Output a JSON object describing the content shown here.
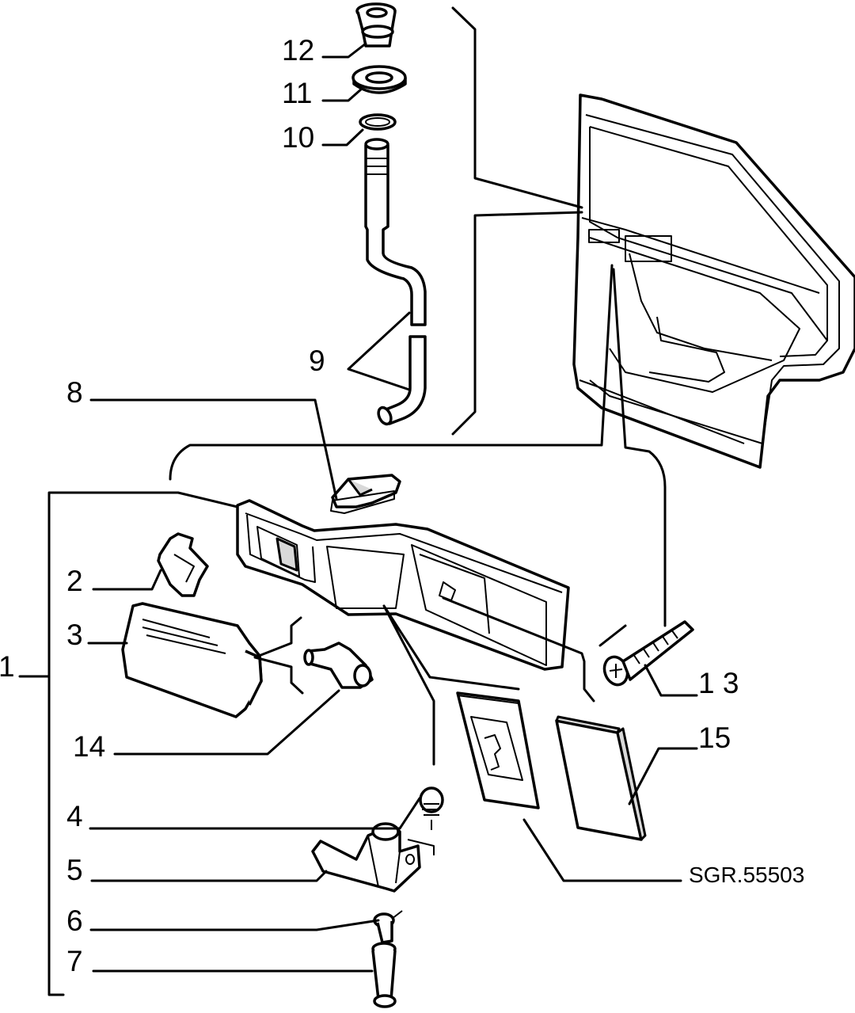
{
  "callouts": {
    "c1": "1",
    "c2": "2",
    "c3": "3",
    "c4": "4",
    "c5": "5",
    "c6": "6",
    "c7": "7",
    "c8": "8",
    "c9": "9",
    "c10": "10",
    "c11": "11",
    "c12": "12",
    "c13": "1 3",
    "c14": "14",
    "c15": "15"
  },
  "drawing_code": "SGR.55503"
}
